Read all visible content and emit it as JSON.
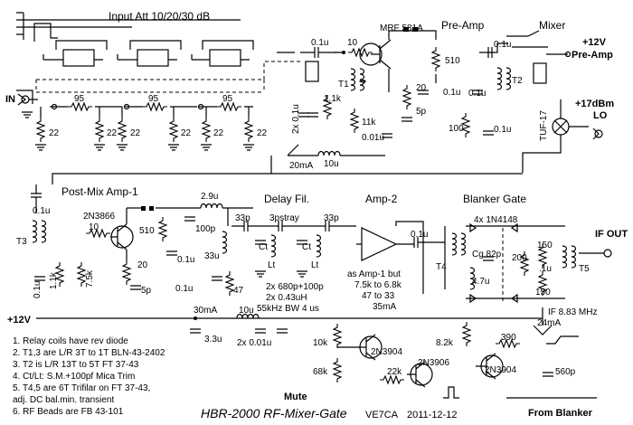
{
  "title": "HBR-2000 RF-Mixer-Gate",
  "author": "VE7CA",
  "date": "2011-12-12",
  "sections": {
    "input_att": "Input Att 10/20/30 dB",
    "preamp": "Pre-Amp",
    "mixer": "Mixer",
    "postmix": "Post-Mix Amp-1",
    "delay": "Delay Fil.",
    "amp2": "Amp-2",
    "blanker": "Blanker Gate"
  },
  "ports": {
    "in": "IN",
    "v12_preamp_a": "+12V",
    "v12_preamp_b": "Pre-Amp",
    "lo_a": "+17dBm",
    "lo_b": "LO",
    "if_out": "IF OUT",
    "v12_main": "+12V",
    "mute": "Mute",
    "from_blanker": "From Blanker"
  },
  "parts": {
    "att_r1": "95",
    "att_r2": "95",
    "att_r3": "95",
    "att_g1": "22",
    "att_g2": "22",
    "att_g3": "22",
    "att_g4": "22",
    "att_g5": "22",
    "att_g6": "22",
    "c_in": "0.1u",
    "q1": "MRF 581A",
    "r10a": "10",
    "t1": "T1",
    "r1k1a": "1.1k",
    "c2x01": "2x 0.1u",
    "r11k": "11k",
    "c001a": "0.01u",
    "l10u_a": "10u",
    "i20ma": "20mA",
    "r510a": "510",
    "c01p1": "0.1u",
    "r20a": "20",
    "c5p_a": "5p",
    "r100": "100",
    "c01p2": "0.1u",
    "c01p3": "0.1u",
    "t2": "T2",
    "c01p4": "0.1u",
    "mixer_chip": "TUF-17",
    "c01_pm": "0.1u",
    "t3": "T3",
    "q2": "2N3866",
    "r10b": "10",
    "r510b": "510",
    "c01p5": "0.1u",
    "l29u": "2.9u",
    "c100p": "100p",
    "l33u": "33u",
    "r20b": "20",
    "c5p_b": "5p",
    "c01p6": "0.1u",
    "r1k1b": "1.1k",
    "r7k5": "7.5k",
    "c01p7": "0.1u",
    "r47": "47",
    "i30ma": "30mA",
    "c33p_a": "33p",
    "c3pstray": "3pstray",
    "c33p_b": "33p",
    "ct1": "Ct",
    "ct2": "Ct",
    "lt1": "Lt",
    "lt2": "Lt",
    "delay_n1": "2x 680p+100p",
    "delay_n2": "2x 0.43uH",
    "delay_n3": "55kHz BW    4 us",
    "amp2_n1": "as Amp-1 but",
    "amp2_n2": "7.5k to 6.8k",
    "amp2_n3": "47 to 33",
    "i35ma": "35mA",
    "c01p8": "0.1u",
    "diodes": "4x 1N4148",
    "cg": "Cg 82p",
    "t4": "T4",
    "l47u": "4.7u",
    "r200": "200",
    "r150a": "150",
    "c1u": ".1u",
    "r150b": "150",
    "t5": "T5",
    "if_freq": "IF 8.83 MHz",
    "i24ma": "24mA",
    "c33u": "3.3u",
    "l10u_b": "10u",
    "c2x001": "2x 0.01u",
    "r10k": "10k",
    "r68k": "68k",
    "q3": "2N3904",
    "r22k": "22k",
    "q4": "2N3906",
    "r8k2": "8.2k",
    "r390": "390",
    "q5": "2N3904",
    "c560p": "560p"
  },
  "notes": [
    "1. Relay coils have rev diode",
    "2. T1,3 are L/R 3T to 1T BLN-43-2402",
    "3. T2 is L/R 13T to 5T FT 37-43",
    "4. Ct/Lt: S.M.+100pf Mica Trim",
    "5. T4,5 are 6T Trifilar on FT 37-43,",
    "    adj. DC bal.min. transient",
    "6. RF Beads are FB 43-101"
  ]
}
